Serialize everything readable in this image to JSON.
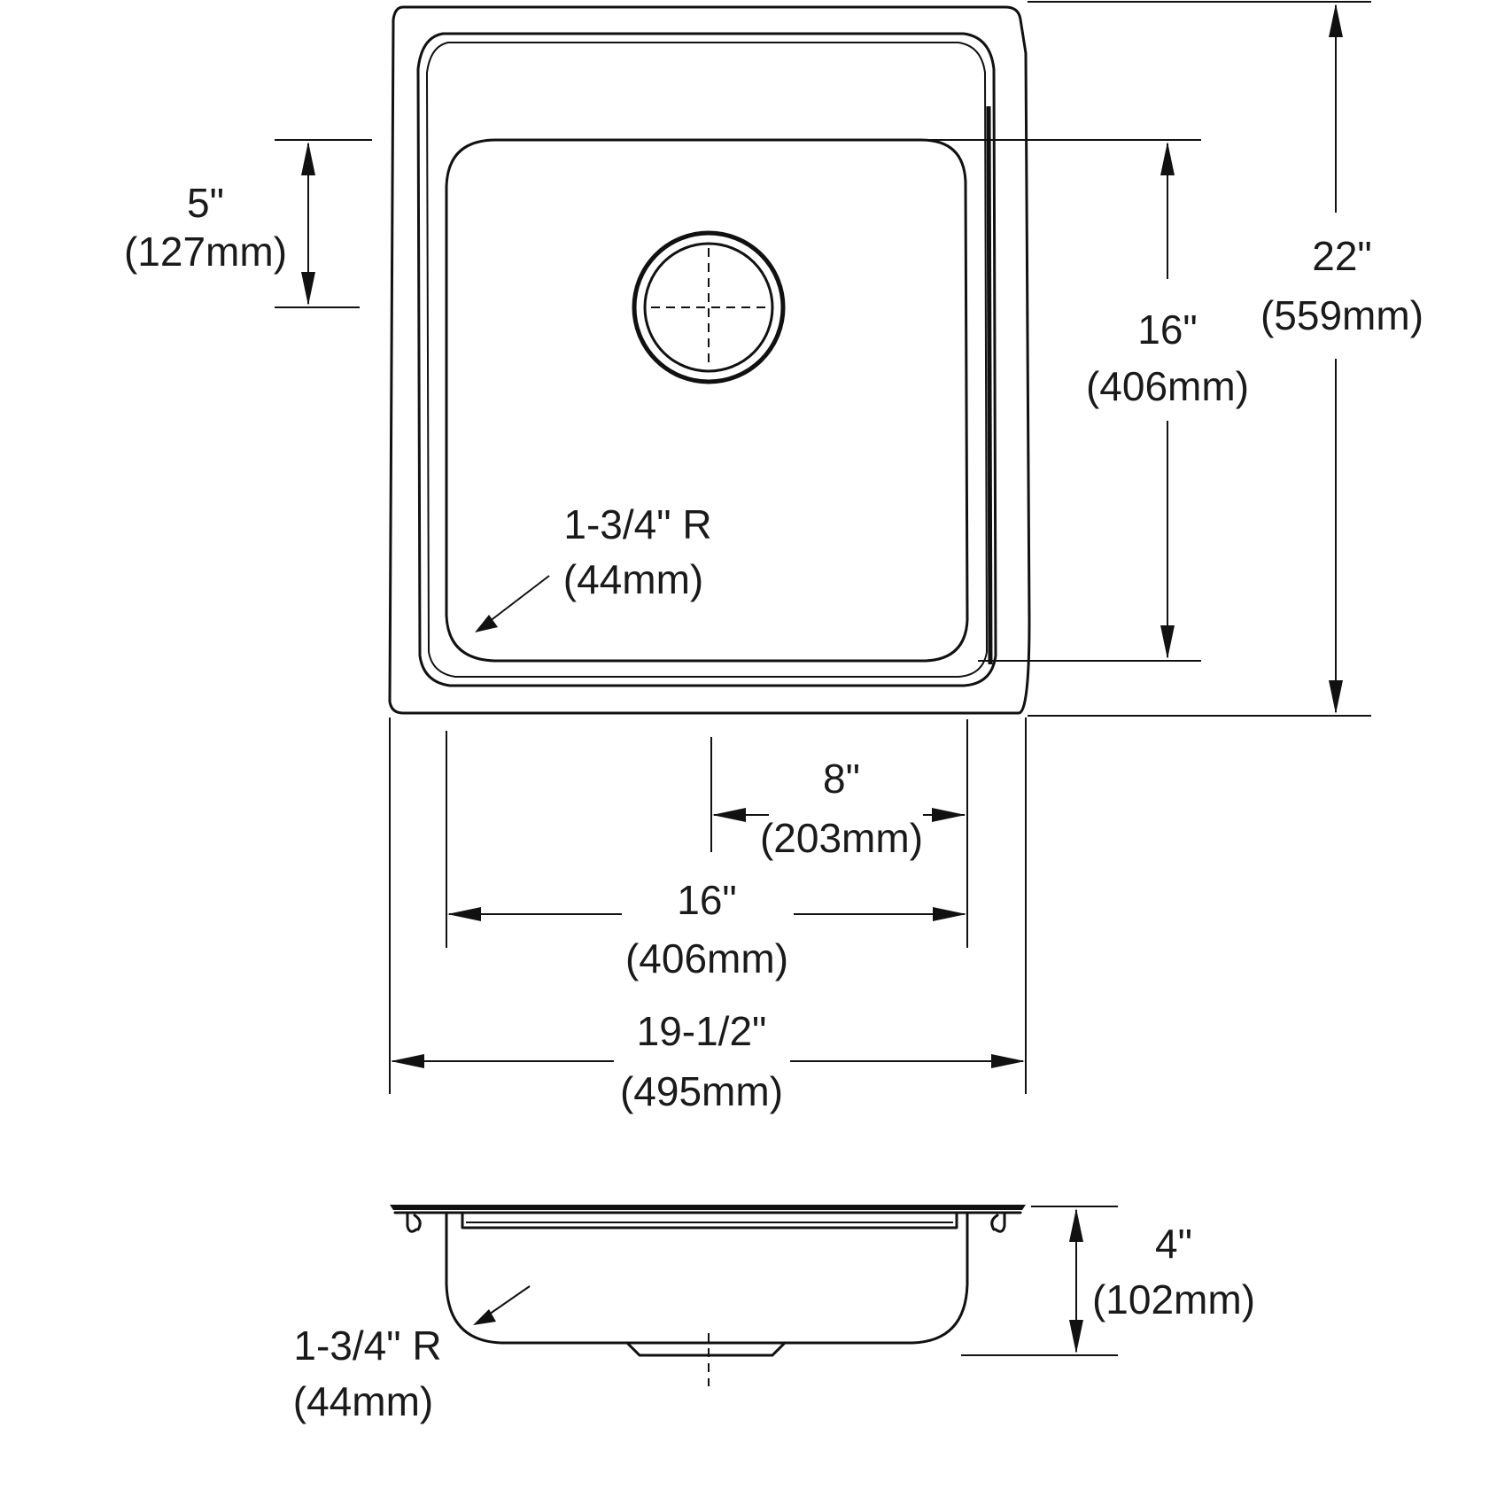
{
  "colors": {
    "line": "#111111",
    "text": "#1a1a1a",
    "background": "#ffffff"
  },
  "dimensions": {
    "drain_offset": {
      "imperial": "5\"",
      "metric": "(127mm)"
    },
    "bowl_length": {
      "imperial": "16\"",
      "metric": "(406mm)"
    },
    "overall_length": {
      "imperial": "22\"",
      "metric": "(559mm)"
    },
    "corner_radius_top": {
      "imperial": "1-3/4\" R",
      "metric": "(44mm)"
    },
    "drain_center": {
      "imperial": "8\"",
      "metric": "(203mm)"
    },
    "bowl_width": {
      "imperial": "16\"",
      "metric": "(406mm)"
    },
    "overall_width": {
      "imperial": "19-1/2\"",
      "metric": "(495mm)"
    },
    "bowl_depth": {
      "imperial": "4\"",
      "metric": "(102mm)"
    },
    "corner_radius_side": {
      "imperial": "1-3/4\" R",
      "metric": "(44mm)"
    }
  }
}
